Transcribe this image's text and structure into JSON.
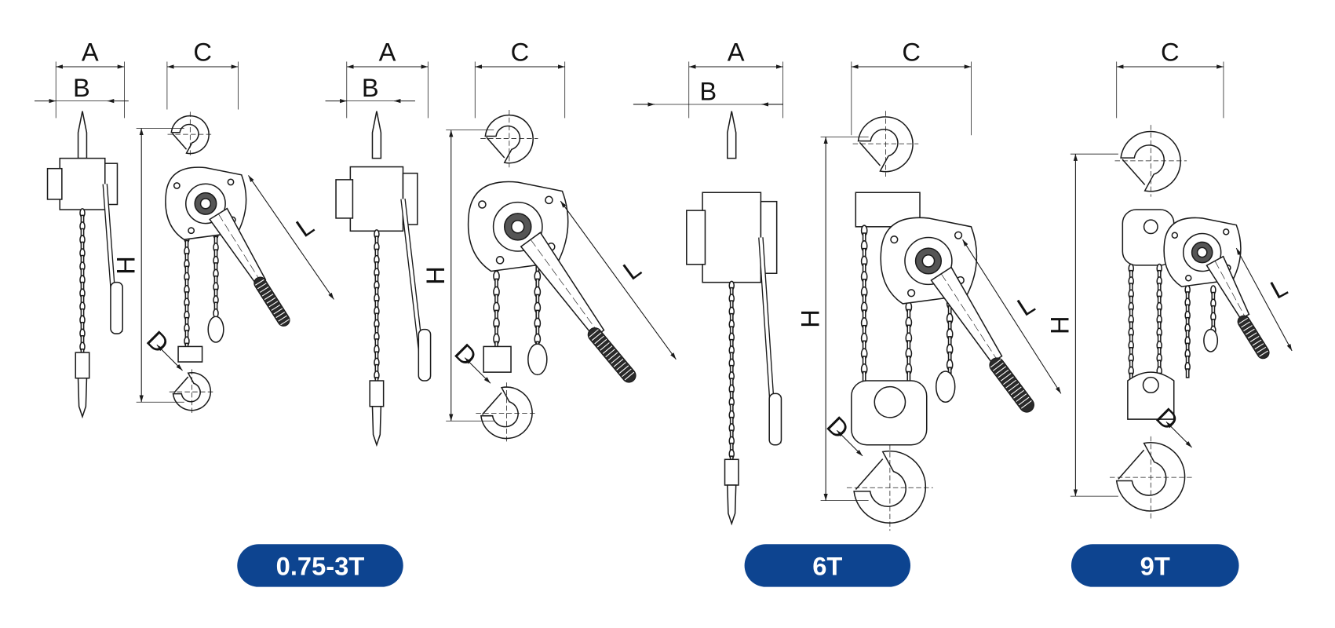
{
  "title": "Lever hoist dimension drawings",
  "colors": {
    "badge": "#0d4490",
    "line": "#1a1a1a"
  },
  "groups": [
    {
      "badge": "0.75-3T",
      "labels": {
        "A": "A",
        "B": "B",
        "C": "C",
        "H": "H",
        "L": "L",
        "D": "D"
      }
    },
    {
      "labels": {
        "A": "A",
        "B": "B",
        "C": "C",
        "H": "H",
        "L": "L",
        "D": "D"
      }
    },
    {
      "badge": "6T",
      "labels": {
        "A": "A",
        "B": "B",
        "C": "C",
        "H": "H",
        "L": "L",
        "D": "D"
      }
    },
    {
      "badge": "9T",
      "labels": {
        "C": "C",
        "H": "H",
        "L": "L",
        "D": "D"
      }
    }
  ]
}
